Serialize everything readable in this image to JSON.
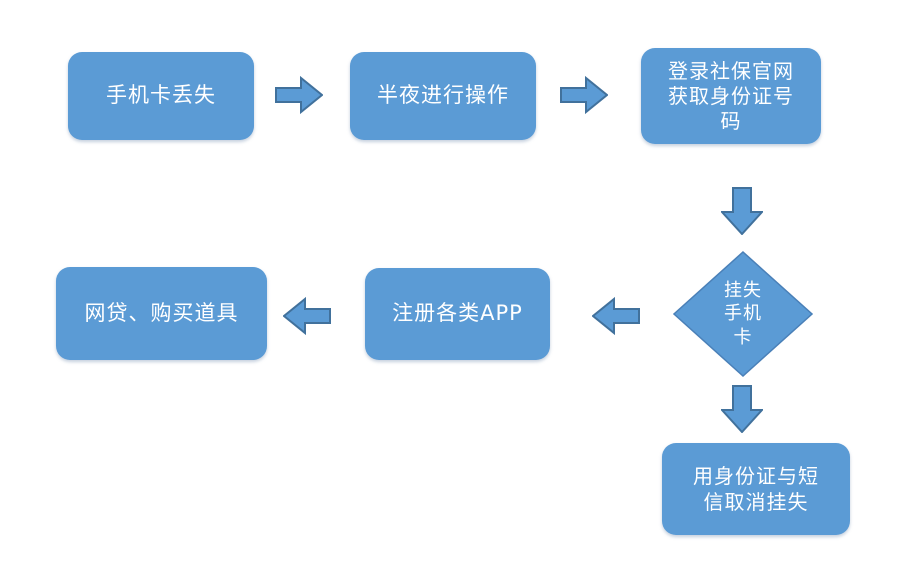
{
  "flowchart": {
    "title": "",
    "colors": {
      "node_fill": "#5b9bd5",
      "arrow_fill": "#5b9bd5",
      "arrow_stroke": "#41719c",
      "diamond_stroke": "#4a80b8",
      "text": "#ffffff",
      "background": "#ffffff"
    },
    "nodes": [
      {
        "id": "lost-card",
        "shape": "rounded-rect",
        "label": "手机卡丢失"
      },
      {
        "id": "midnight-operation",
        "shape": "rounded-rect",
        "label": "半夜进行操作"
      },
      {
        "id": "get-id-number",
        "shape": "rounded-rect",
        "label": "登录社保官网\n获取身份证号\n码"
      },
      {
        "id": "report-loss-decision",
        "shape": "diamond",
        "label": "挂失\n手机\n卡"
      },
      {
        "id": "register-apps",
        "shape": "rounded-rect",
        "label": "注册各类APP"
      },
      {
        "id": "loans-purchases",
        "shape": "rounded-rect",
        "label": "网贷、购买道具"
      },
      {
        "id": "cancel-loss-report",
        "shape": "rounded-rect",
        "label": "用身份证与短\n信取消挂失"
      }
    ],
    "edges": [
      {
        "from": "lost-card",
        "to": "midnight-operation",
        "direction": "right"
      },
      {
        "from": "midnight-operation",
        "to": "get-id-number",
        "direction": "right"
      },
      {
        "from": "get-id-number",
        "to": "report-loss-decision",
        "direction": "down"
      },
      {
        "from": "report-loss-decision",
        "to": "register-apps",
        "direction": "left"
      },
      {
        "from": "register-apps",
        "to": "loans-purchases",
        "direction": "left"
      },
      {
        "from": "report-loss-decision",
        "to": "cancel-loss-report",
        "direction": "down"
      }
    ]
  }
}
